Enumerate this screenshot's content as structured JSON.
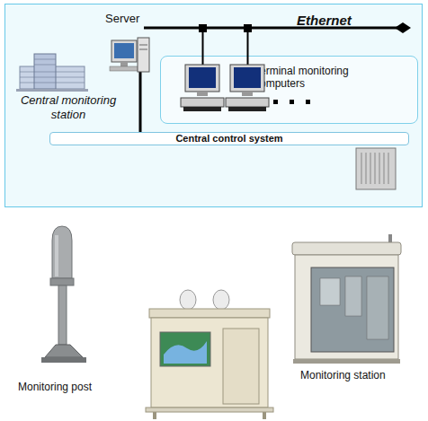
{
  "diagram": {
    "nodes": [
      {
        "text": [
          "Central monitoring station"
        ]
      },
      {
        "text": [
          "Terminal monitoring computers"
        ],
        "in": 0
      },
      {
        "text": [
          "Central control system"
        ],
        "in": 0
      }
    ],
    "labels": [
      "Server",
      "Ethernet",
      "Monitoring post",
      "Monitoring station"
    ]
  }
}
